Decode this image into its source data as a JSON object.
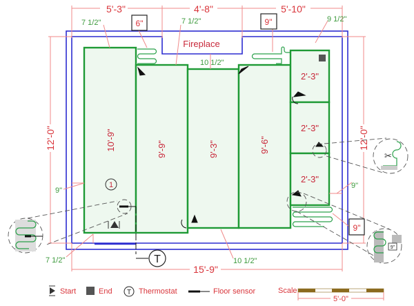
{
  "dimensions": {
    "top": [
      "5'-3\"",
      "4'-8\"",
      "5'-10\""
    ],
    "left": "12'-0\"",
    "right": "12'-0\"",
    "bottom": "15'-9\""
  },
  "offsets": [
    "7 1/2\"",
    "7 1/2\"",
    "9 1/2\"",
    "10 1/2\"",
    "9\"",
    "9\"",
    "7 1/2\"",
    "10 1/2\""
  ],
  "boxed_offsets": [
    "6\"",
    "9\"",
    "9\""
  ],
  "fireplace_label": "Fireplace",
  "mats": [
    "10'-9\"",
    "9'-9\"",
    "9'-3\"",
    "9'-6\"",
    "2'-3\"",
    "2'-3\"",
    "2'-3\""
  ],
  "zone_number": "1",
  "thermostat_symbol": "T",
  "detail_box": "9\"",
  "legend": {
    "start": "Start",
    "end": "End",
    "thermostat": "Thermostat",
    "thermostat_symbol": "T",
    "floor_sensor": "Floor sensor"
  },
  "scale": {
    "label": "Scale",
    "length": "5'-0\""
  },
  "colors": {
    "wall": "#2b2bd0",
    "mat": "#1e9a35",
    "dimension": "#d9343a",
    "offset": "#3d9a3d",
    "scale_bar": "#8b6a1e"
  }
}
